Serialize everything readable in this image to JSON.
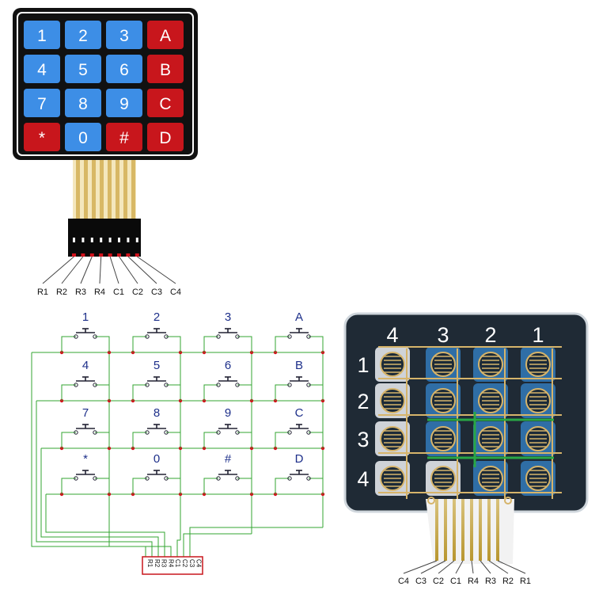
{
  "keypad": {
    "rows": [
      [
        {
          "label": "1",
          "kind": "num"
        },
        {
          "label": "2",
          "kind": "num"
        },
        {
          "label": "3",
          "kind": "num"
        },
        {
          "label": "A",
          "kind": "letter"
        }
      ],
      [
        {
          "label": "4",
          "kind": "num"
        },
        {
          "label": "5",
          "kind": "num"
        },
        {
          "label": "6",
          "kind": "num"
        },
        {
          "label": "B",
          "kind": "letter"
        }
      ],
      [
        {
          "label": "7",
          "kind": "num"
        },
        {
          "label": "8",
          "kind": "num"
        },
        {
          "label": "9",
          "kind": "num"
        },
        {
          "label": "C",
          "kind": "letter"
        }
      ],
      [
        {
          "label": "*",
          "kind": "letter"
        },
        {
          "label": "0",
          "kind": "num"
        },
        {
          "label": "#",
          "kind": "letter"
        },
        {
          "label": "D",
          "kind": "letter"
        }
      ]
    ],
    "pins": [
      "R1",
      "R2",
      "R3",
      "R4",
      "C1",
      "C2",
      "C3",
      "C4"
    ]
  },
  "schematic": {
    "rows": [
      [
        "1",
        "2",
        "3",
        "A"
      ],
      [
        "4",
        "5",
        "6",
        "B"
      ],
      [
        "7",
        "8",
        "9",
        "C"
      ],
      [
        "*",
        "0",
        "#",
        "D"
      ]
    ],
    "connector_pins": [
      "R1",
      "R2",
      "R3",
      "R4",
      "C1",
      "C2",
      "C3",
      "C4"
    ]
  },
  "membrane": {
    "column_numbers": [
      "4",
      "3",
      "2",
      "1"
    ],
    "row_numbers": [
      "1",
      "2",
      "3",
      "4"
    ],
    "pins": [
      "C4",
      "C3",
      "C2",
      "C1",
      "R4",
      "R3",
      "R2",
      "R1"
    ]
  },
  "colors": {
    "key_blue": "#3d8ee6",
    "key_red": "#c8161c",
    "keypad_frame": "#111111",
    "ribbon": "#e8d49a",
    "wire_green": "#33a532",
    "node_red": "#d2121c",
    "schematic_text": "#1d2f8a",
    "membrane_dark": "#1f2a35",
    "trace_gold": "#d6b46a",
    "pad_blue": "#2f6ea6",
    "trace_green": "#28a745"
  }
}
